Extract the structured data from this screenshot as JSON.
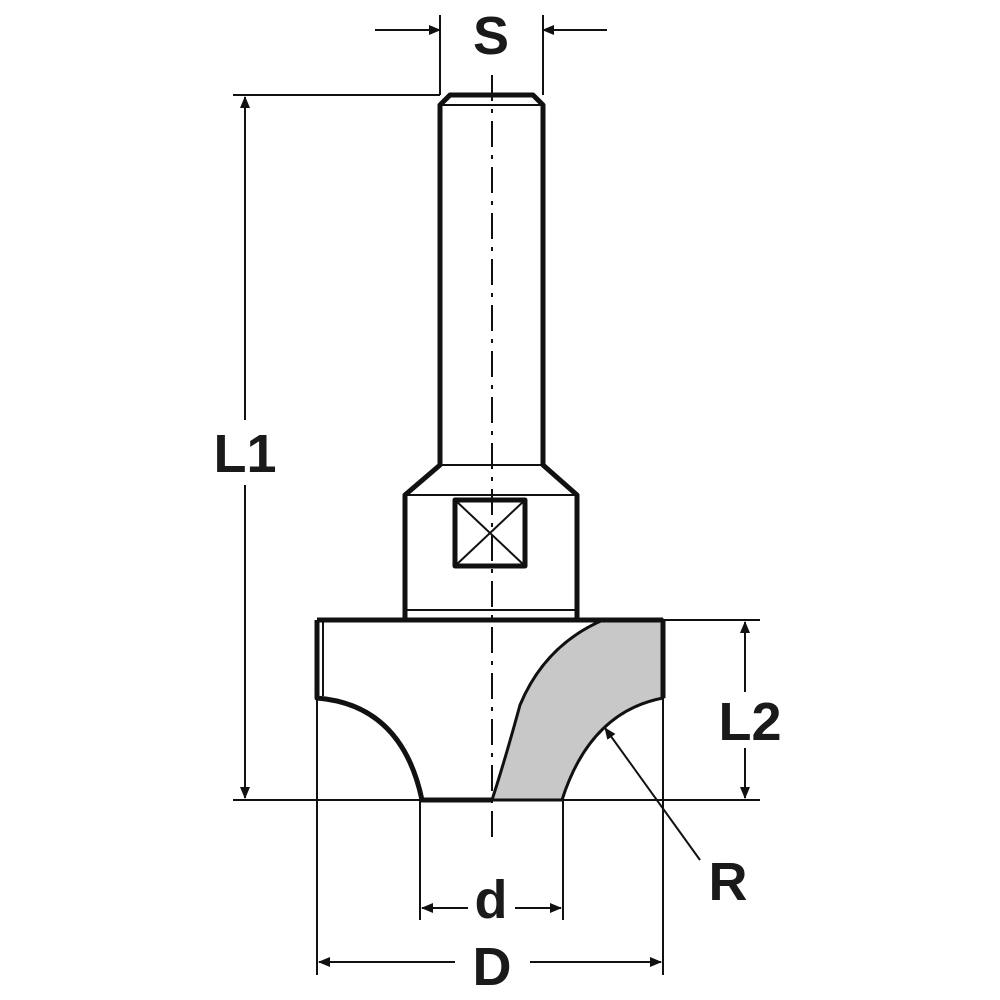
{
  "labels": {
    "shank_diameter": "S",
    "overall_length": "L1",
    "cutting_length": "L2",
    "radius": "R",
    "bottom_diameter": "d",
    "cutting_diameter": "D"
  },
  "colors": {
    "line": "#111111",
    "cutting_edge_fill": "#c8c8c8",
    "background": "#ffffff"
  }
}
